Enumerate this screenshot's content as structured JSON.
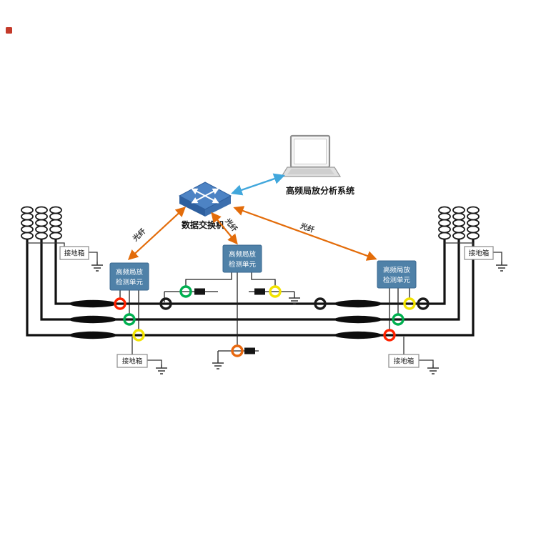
{
  "diagram": {
    "labels": {
      "analysis_system": "高频局放分析系统",
      "switch": "数据交换机",
      "fiber": "光纤",
      "unit_line1": "高频局放",
      "unit_line2": "检测单元",
      "ground_box": "接地箱"
    },
    "colors": {
      "fiber_arrow": "#e36c0a",
      "data_link_arrow": "#41a7dc",
      "detection_unit_fill": "#4f81a8",
      "switch_fill": "#4d83c4",
      "cable": "#111111",
      "ring_red": "#ff2200",
      "ring_green": "#00b050",
      "ring_yellow": "#f2e300",
      "ring_orange": "#e8680f",
      "ring_black": "#1a1a1a"
    }
  }
}
